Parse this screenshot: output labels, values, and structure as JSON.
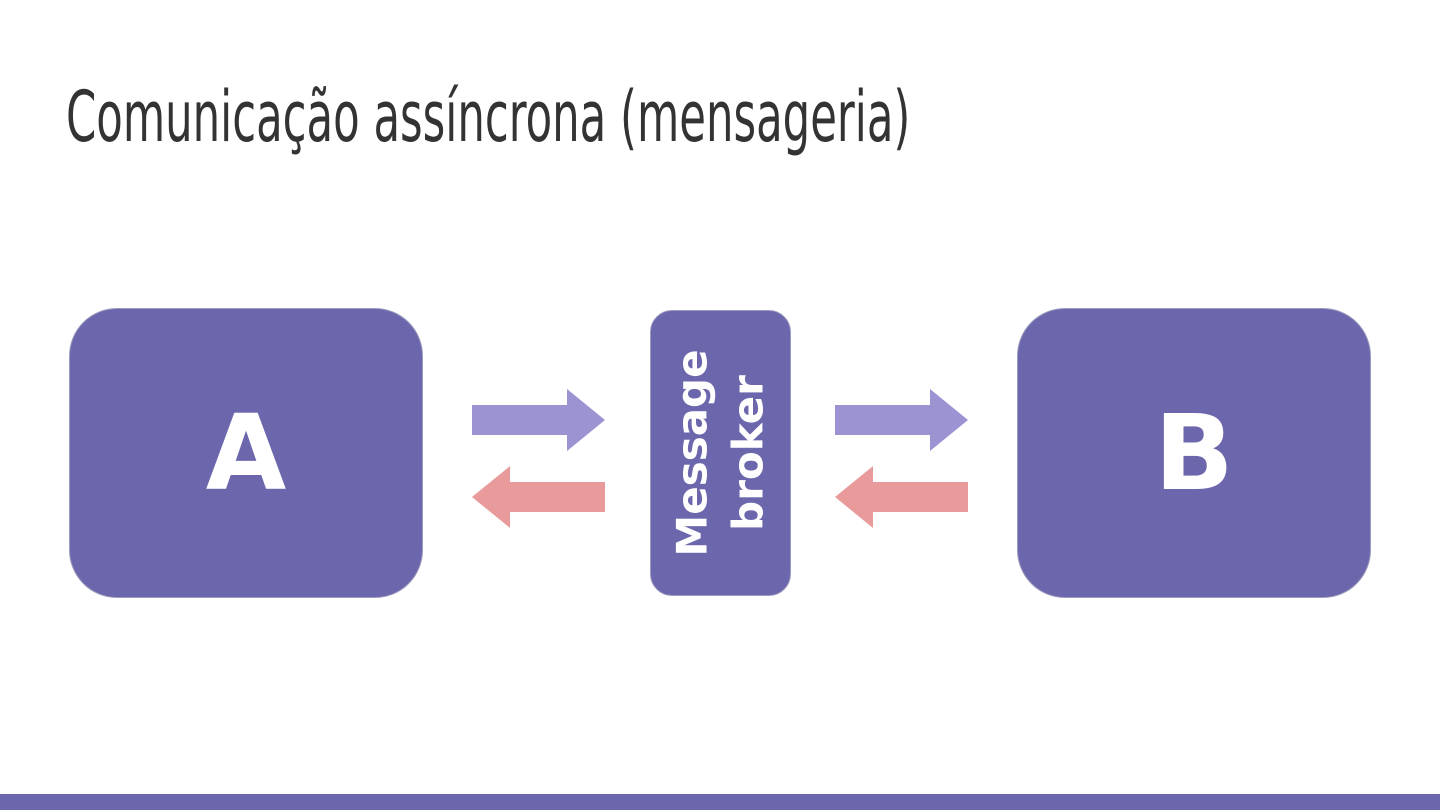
{
  "slide": {
    "title": "Comunicação assíncrona (mensageria)"
  },
  "diagram": {
    "node_a": {
      "label": "A"
    },
    "broker": {
      "label": "Message\nbroker"
    },
    "node_b": {
      "label": "B"
    },
    "arrows": [
      {
        "name": "a-to-broker",
        "direction": "right",
        "meaning": "send"
      },
      {
        "name": "broker-to-a",
        "direction": "left",
        "meaning": "return"
      },
      {
        "name": "broker-to-b",
        "direction": "right",
        "meaning": "send"
      },
      {
        "name": "b-to-broker",
        "direction": "left",
        "meaning": "return"
      }
    ]
  },
  "colors": {
    "box_fill": "#6c67ad",
    "box_border": "#9c9bbd",
    "arrow_send": "#9c93d3",
    "arrow_return": "#e99b9b",
    "title_text": "#333333",
    "footer_bar": "#6c67ad",
    "background": "#ffffff"
  }
}
